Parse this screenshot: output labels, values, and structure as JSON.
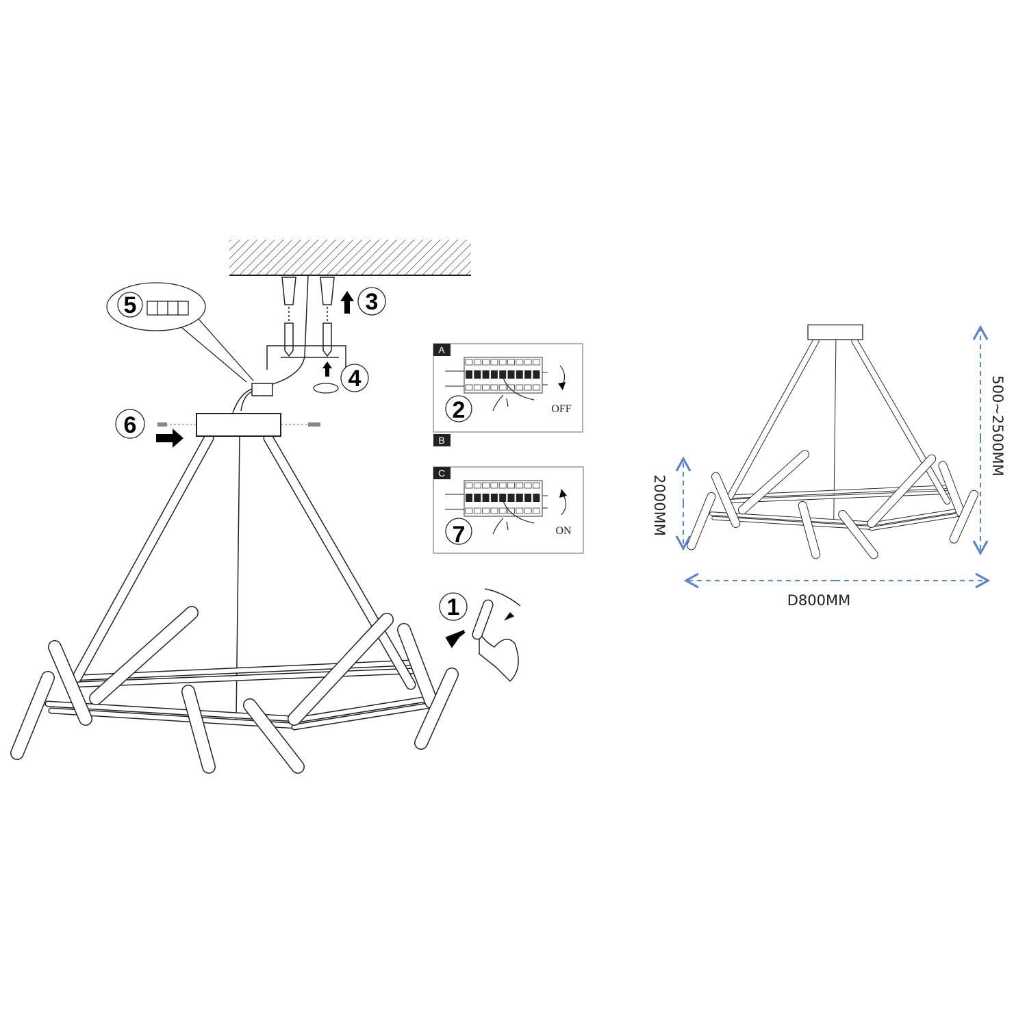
{
  "steps": {
    "s1": "1",
    "s2": "2",
    "s3": "3",
    "s4": "4",
    "s5": "5",
    "s6": "6",
    "s7": "7"
  },
  "panels": {
    "a_label": "A",
    "b_label": "B",
    "c_label": "C",
    "off_text": "OFF",
    "on_text": "ON"
  },
  "dimensions": {
    "diameter": "D800MM",
    "frame_height": "2000MM",
    "total_height": "500~2500MM"
  },
  "colors": {
    "dimension": "#5b84c0",
    "line": "#222222"
  }
}
